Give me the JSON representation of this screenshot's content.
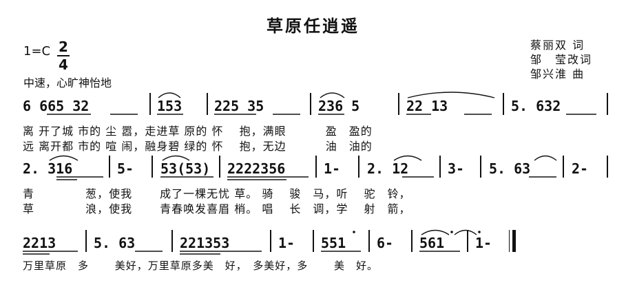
{
  "header": {
    "title": "草原任逍遥",
    "credits": [
      "蔡丽双 词",
      "邹　莹改词",
      "邹兴淮 曲"
    ],
    "key": "1=C",
    "time_numerator": "2",
    "time_denominator": "4",
    "tempo": "中速，心旷神怡地"
  },
  "rows": [
    {
      "notes": [
        {
          "text": "6 665 32"
        },
        {
          "text": "153"
        },
        {
          "text": "225 35"
        },
        {
          "text": "236 5"
        },
        {
          "text": "22   13"
        },
        {
          "text": "5. 632"
        }
      ],
      "lyrics": [
        "离 开了城 市的 尘 嚣，走进草 原的 怀　 抱，满眼　　　 盈　盈的",
        "远 离开都 市的 喧 闹，融身碧 绿的 怀　 抱，无边　　　 油　油的"
      ]
    },
    {
      "notes": [
        {
          "text": "2. 316"
        },
        {
          "text": "5-"
        },
        {
          "text": "53(53)"
        },
        {
          "text": "2222356"
        },
        {
          "text": "1-"
        },
        {
          "text": "2. 12"
        },
        {
          "text": "3-"
        },
        {
          "text": "5. 63"
        },
        {
          "text": "2-"
        }
      ],
      "lyrics": [
        "青　　　　 葱，使我　　 成了一棵无忧 草。 骑　 骏　马，听　 驼　铃，",
        "草　　　　 浪，使我　　 青春唤发喜眉 梢。 唱　 长　调，学　 射　箭，"
      ]
    },
    {
      "notes": [
        {
          "text": "2213"
        },
        {
          "text": "5. 63"
        },
        {
          "text": "221353"
        },
        {
          "text": "1-"
        },
        {
          "text": "551"
        },
        {
          "text": "6-"
        },
        {
          "text": "561"
        },
        {
          "text": "1-"
        }
      ],
      "lyrics": [
        "万里草原　多　　 美好，万里草原多美　好，　多美好，多　　 美　好。"
      ]
    }
  ]
}
